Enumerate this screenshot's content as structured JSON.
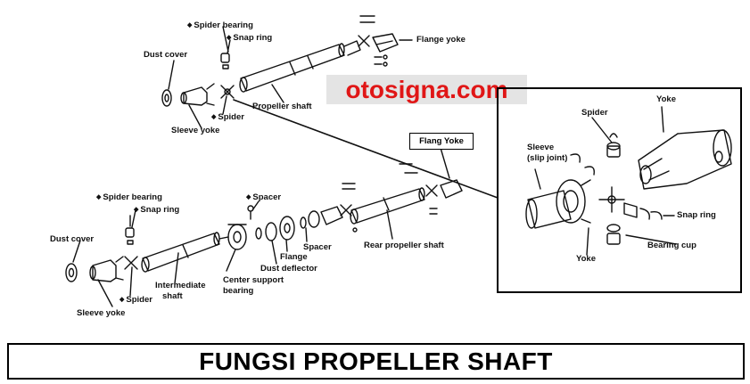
{
  "watermark": "otosigna.com",
  "title": "FUNGSI PROPELLER SHAFT",
  "top_assembly": {
    "spider_bearing": "Spider bearing",
    "snap_ring": "Snap ring",
    "dust_cover": "Dust cover",
    "flange_yoke": "Flange yoke",
    "propeller_shaft": "Propeller shaft",
    "spider": "Spider",
    "sleeve_yoke": "Sleeve yoke"
  },
  "bottom_assembly": {
    "flang_yoke": "Flang Yoke",
    "spider_bearing": "Spider bearing",
    "snap_ring": "Snap ring",
    "spacer_top": "Spacer",
    "dust_cover": "Dust cover",
    "spacer": "Spacer",
    "flange": "Flange",
    "rear_propeller_shaft": "Rear propeller shaft",
    "dust_deflector": "Dust deflector",
    "intermediate_shaft_1": "Intermediate",
    "intermediate_shaft_2": "shaft",
    "center_support_1": "Center support",
    "center_support_2": "bearing",
    "spider": "Spider",
    "sleeve_yoke": "Sleeve yoke"
  },
  "inset": {
    "spider": "Spider",
    "yoke_top": "Yoke",
    "sleeve_1": "Sleeve",
    "sleeve_2": "(slip joint)",
    "snap_ring": "Snap ring",
    "bearing_cup": "Bearing cup",
    "yoke_bottom": "Yoke"
  }
}
